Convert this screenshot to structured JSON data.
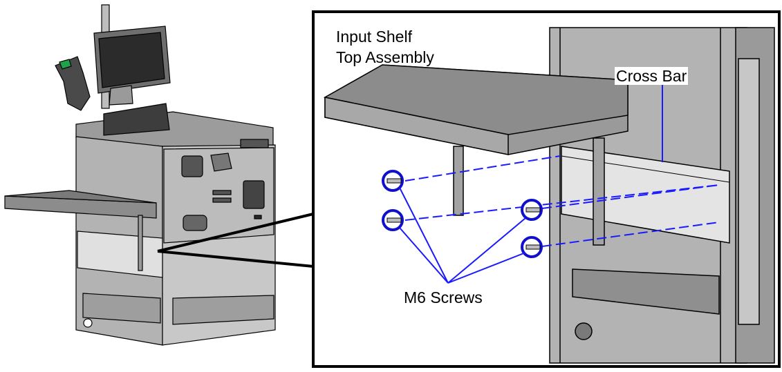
{
  "labels": {
    "title_line1": "Input Shelf",
    "title_line2": "Top Assembly",
    "cross_bar": "Cross Bar",
    "screws": "M6 Screws"
  },
  "colors": {
    "line": "#000000",
    "screw_ring": "#1010cc",
    "leader": "#1a1aff",
    "cabinet": "#b3b3b3",
    "cabinet_dark": "#8f8f8f",
    "panel_light": "#e4e4e4",
    "background": "#ffffff"
  }
}
